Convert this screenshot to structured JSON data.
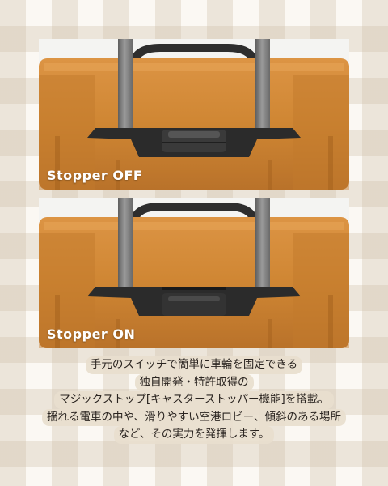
{
  "panels": [
    {
      "label": "Stopper OFF",
      "state": "off"
    },
    {
      "label": "Stopper ON",
      "state": "on"
    }
  ],
  "description": {
    "lines": [
      "手元のスイッチで簡単に車輪を固定できる",
      "独自開発・特許取得の",
      "マジックストップ[キャスターストッパー機能]を搭載。",
      "揺れる電車の中や、滑りやすい空港ロビー、傾斜のある場所",
      "など、その実力を発揮します。"
    ]
  },
  "colors": {
    "suitcase_body": "#cf8633",
    "suitcase_highlight": "#e7a659",
    "suitcase_shadow": "#a2601c",
    "handle_plate": "#2b2b2b",
    "trolley_tube": "#7d7d7d",
    "label_text": "#ffffff",
    "text_highlight": "#e8dece",
    "checker_tile": "#e3d9c8"
  }
}
